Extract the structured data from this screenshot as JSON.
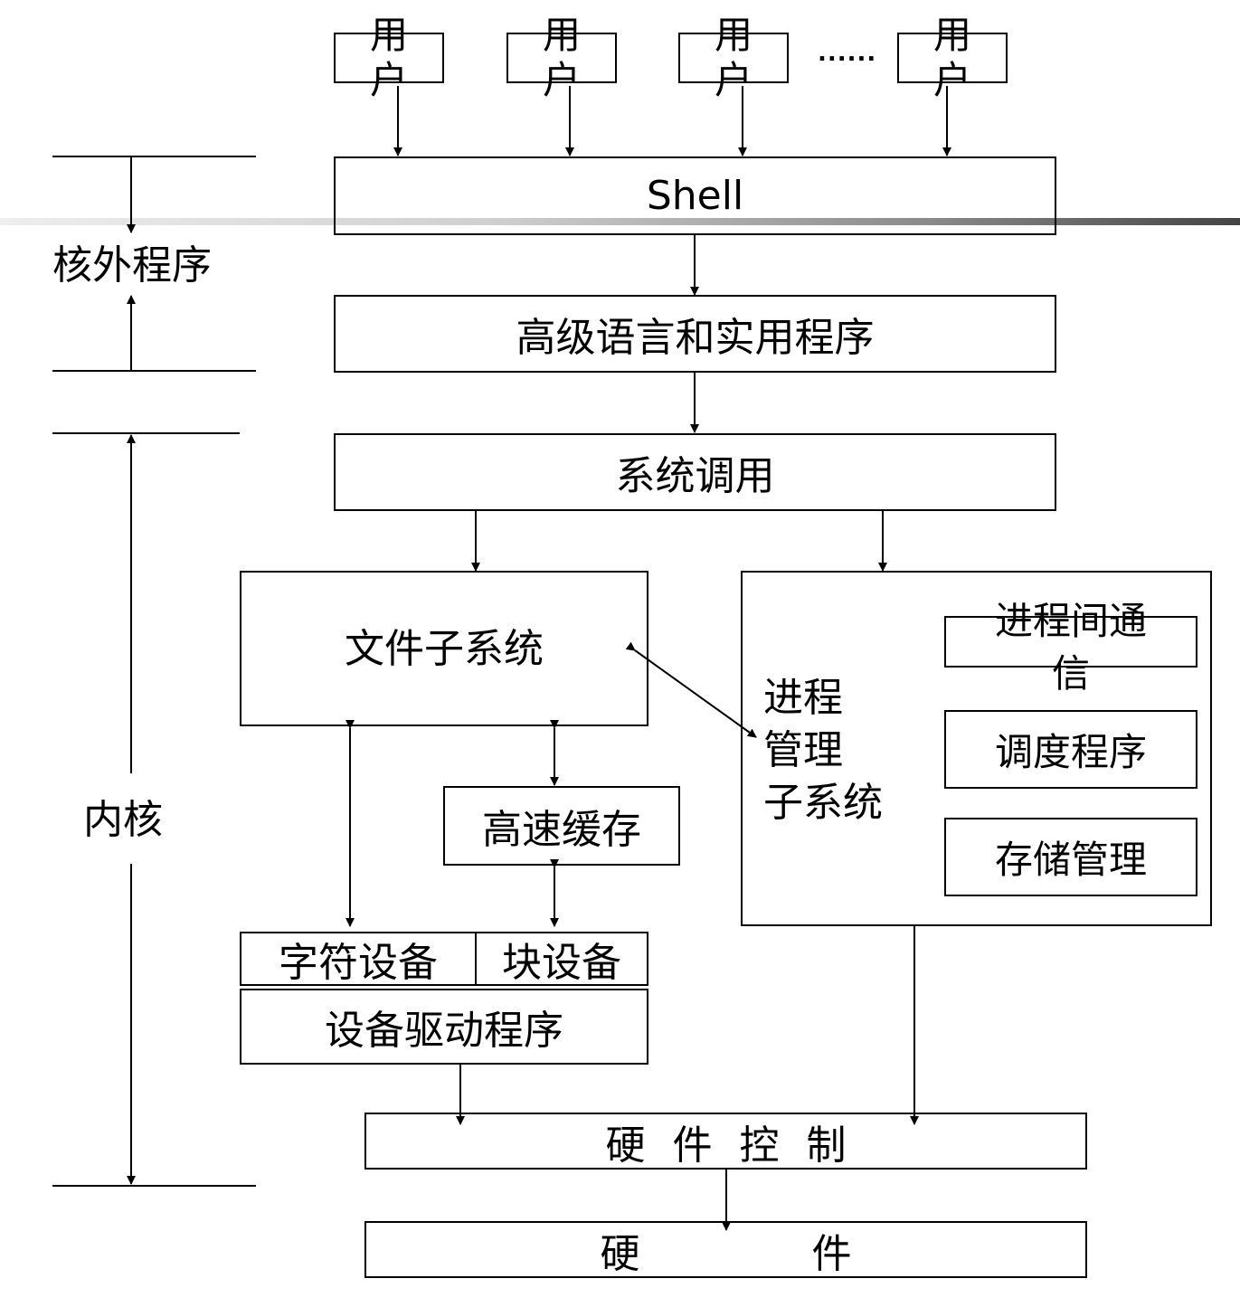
{
  "users": [
    "用户",
    "用户",
    "用户",
    "用户"
  ],
  "ellipsis": "......",
  "shell": "Shell",
  "outer_programs_label": "核外程序",
  "high_level": "高级语言和实用程序",
  "syscall": "系统调用",
  "kernel_label": "内核",
  "file_subsystem": "文件子系统",
  "process_subsystem": [
    "进程",
    "管理",
    "子系统"
  ],
  "ipc": "进程间通信",
  "scheduler": "调度程序",
  "memory_mgmt": "存储管理",
  "buffer_cache": "高速缓存",
  "char_device": "字符设备",
  "block_device": "块设备",
  "device_driver": "设备驱动程序",
  "hw_control": "硬件控制",
  "hardware": "硬件"
}
